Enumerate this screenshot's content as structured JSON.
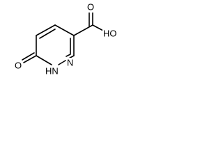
{
  "molecule": {
    "atom_labels": {
      "ring_nitrogen": "N",
      "ring_nh": "HN",
      "carbonyl_oxygen": "O",
      "acid_carbonyl_oxygen": "O",
      "acid_hydroxyl": "HO"
    },
    "colors": {
      "bond": "#000000",
      "background": "#ffffff"
    }
  }
}
